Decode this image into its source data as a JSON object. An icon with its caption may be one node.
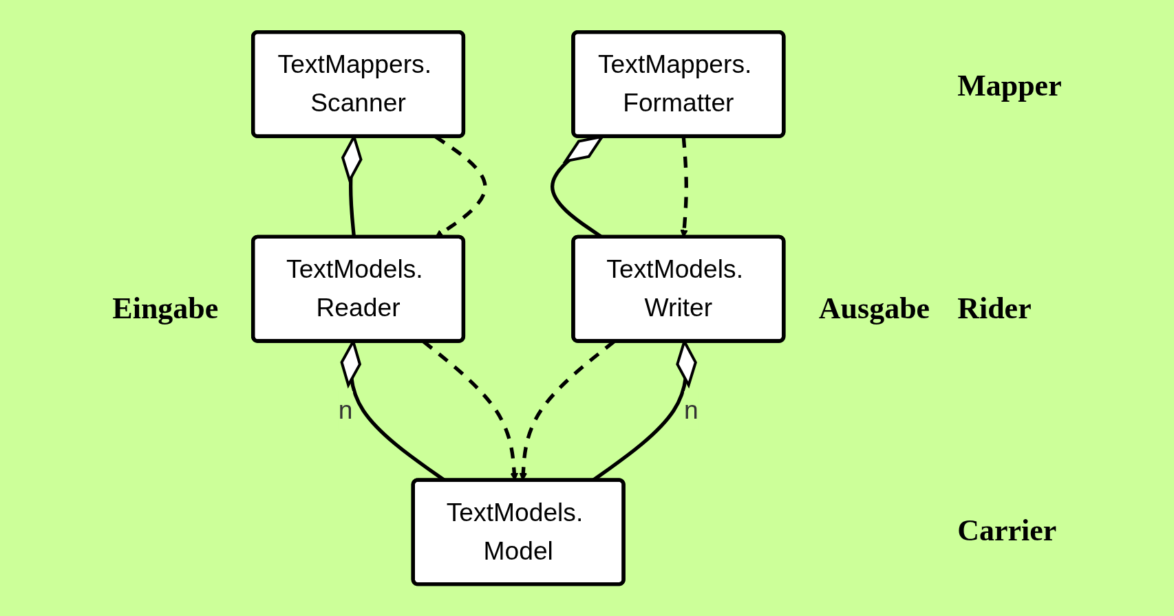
{
  "diagram": {
    "nodes": [
      {
        "text": [
          "TextMappers. Scanner"
        ]
      },
      {
        "text": [
          "TextMappers. Formatter"
        ]
      },
      {
        "text": [
          "TextModels. Reader"
        ]
      },
      {
        "text": [
          "TextModels. Writer"
        ]
      },
      {
        "text": [
          "TextModels. Model"
        ]
      }
    ],
    "edges": [
      {
        "from": 0,
        "to": 2,
        "arrow": "other"
      },
      {
        "from": 0,
        "to": 2,
        "arrow": "to",
        "style": "dashed"
      },
      {
        "from": 1,
        "to": 3,
        "arrow": "other"
      },
      {
        "from": 1,
        "to": 3,
        "arrow": "to",
        "style": "dashed"
      },
      {
        "from": 2,
        "to": 4,
        "arrow": "other",
        "label": "n"
      },
      {
        "from": 2,
        "to": 4,
        "arrow": "to",
        "style": "dashed"
      },
      {
        "from": 3,
        "to": 4,
        "arrow": "to",
        "style": "dashed"
      },
      {
        "from": 3,
        "to": 4,
        "arrow": "other",
        "label": "n"
      }
    ],
    "labels": [
      "Mapper",
      "Rider",
      "Eingabe",
      "Ausgabe",
      "Carrier"
    ]
  }
}
